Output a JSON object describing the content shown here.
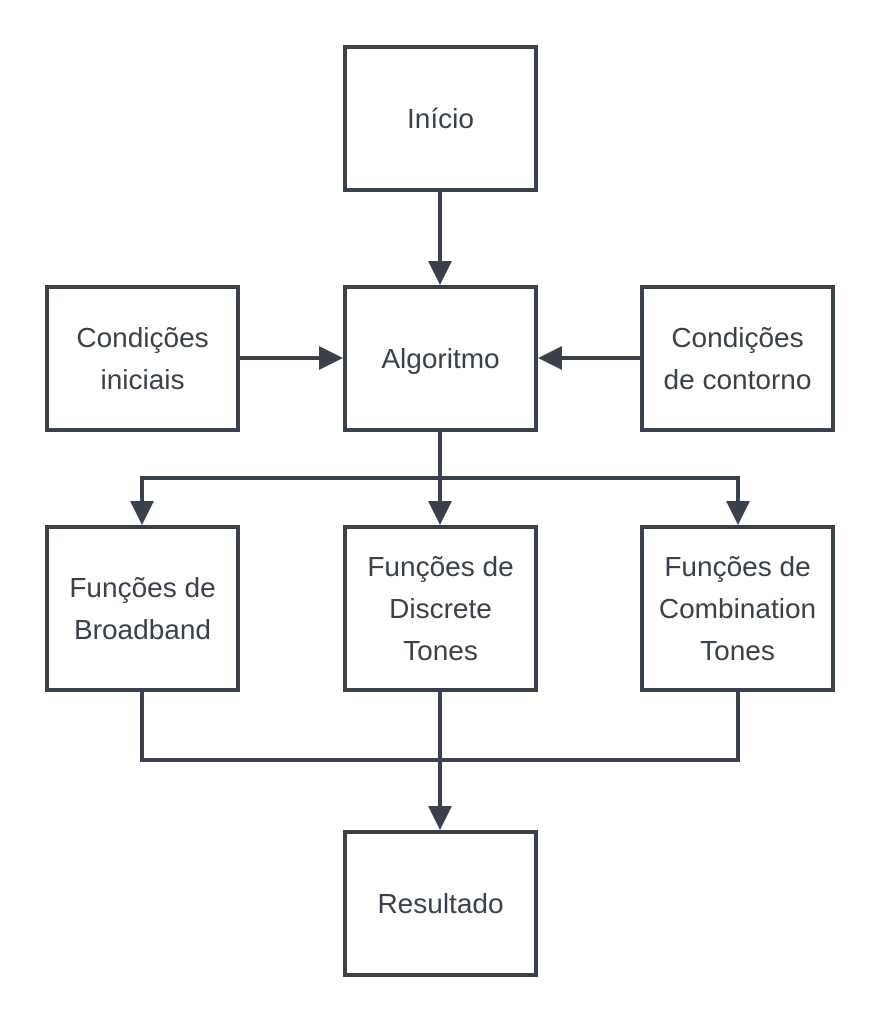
{
  "nodes": {
    "inicio": "Início",
    "algoritmo": "Algoritmo",
    "condicoes_iniciais": "Condições\niniciais",
    "condicoes_contorno": "Condições\nde contorno",
    "funcoes_broadband": "Funções de\nBroadband",
    "funcoes_discrete": "Funções de\nDiscrete\nTones",
    "funcoes_combination": "Funções de\nCombination\nTones",
    "resultado": "Resultado"
  },
  "edges": [
    {
      "from": "Início",
      "to": "Algoritmo"
    },
    {
      "from": "Condições iniciais",
      "to": "Algoritmo"
    },
    {
      "from": "Condições de contorno",
      "to": "Algoritmo"
    },
    {
      "from": "Algoritmo",
      "to": "Funções de Broadband"
    },
    {
      "from": "Algoritmo",
      "to": "Funções de Discrete Tones"
    },
    {
      "from": "Algoritmo",
      "to": "Funções de Combination Tones"
    },
    {
      "from": "Funções de Broadband",
      "to": "Resultado"
    },
    {
      "from": "Funções de Discrete Tones",
      "to": "Resultado"
    },
    {
      "from": "Funções de Combination Tones",
      "to": "Resultado"
    }
  ],
  "colors": {
    "stroke": "#3a414c",
    "text": "#3a414c",
    "background": "#ffffff"
  }
}
